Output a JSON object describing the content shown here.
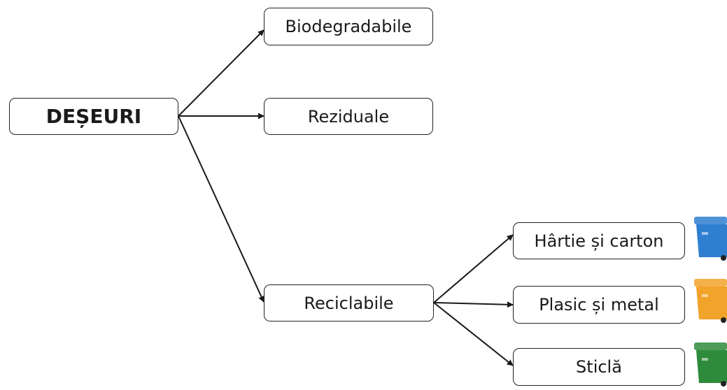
{
  "diagram": {
    "root": {
      "label": "DEȘEURI"
    },
    "categories": [
      {
        "label": "Biodegradabile"
      },
      {
        "label": "Reziduale"
      },
      {
        "label": "Reciclabile"
      }
    ],
    "recyclables": [
      {
        "label": "Hârtie și carton",
        "bin_color": "#2f7fd0",
        "bin_icon": "blue-recycling-bin-icon"
      },
      {
        "label": "Plasic și metal",
        "bin_color": "#f2a32a",
        "bin_icon": "yellow-recycling-bin-icon"
      },
      {
        "label": "Sticlă",
        "bin_color": "#2e8b3c",
        "bin_icon": "green-recycling-bin-icon"
      }
    ]
  }
}
